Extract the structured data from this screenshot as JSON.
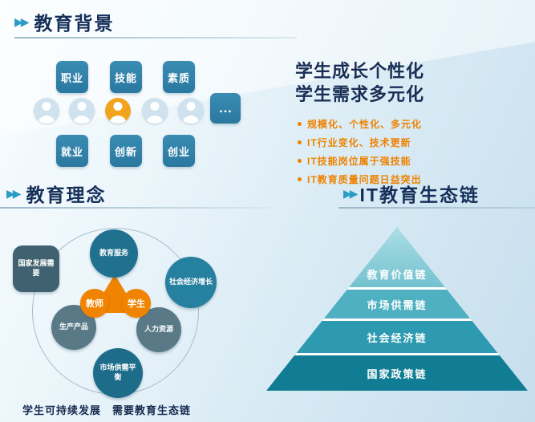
{
  "colors": {
    "accent_teal": "#2b9cc4",
    "title_navy": "#16305a",
    "tile_blue": "#2f7fa6",
    "orange": "#f08300",
    "avatar_highlight": "#f2a51c",
    "node_dark_teal": "#20708f",
    "node_slate": "#5a7987",
    "pyramid_layers_colors": [
      "#8bcfd9",
      "#4fb0c2",
      "#2d9ab1",
      "#117d94"
    ]
  },
  "icons": {
    "double_arrow": "▶▶",
    "ellipsis": "…"
  },
  "background_section": {
    "title": "教育背景",
    "tiles_top": [
      "职业",
      "技能",
      "素质"
    ],
    "tiles_bottom": [
      "就业",
      "创新",
      "创业"
    ],
    "headline": [
      "学生成长个性化",
      "学生需求多元化"
    ],
    "bullets": [
      "规模化、个性化、多元化",
      "IT行业变化、技术更新",
      "IT技能岗位属于强技能",
      "IT教育质量问题日益突出"
    ]
  },
  "philosophy_section": {
    "title": "教育理念",
    "nodes": {
      "service": "教育服务",
      "nation": "国家发展需要",
      "economy": "社会经济增长",
      "product": "生产产品",
      "hr": "人力资源",
      "market": "市场供需平衡",
      "teacher": "教师",
      "student": "学生"
    },
    "caption": "学生可持续发展　需要教育生态链"
  },
  "chain_section": {
    "title": "IT教育生态链",
    "pyramid_layers": [
      "教育价值链",
      "市场供需链",
      "社会经济链",
      "国家政策链"
    ]
  }
}
